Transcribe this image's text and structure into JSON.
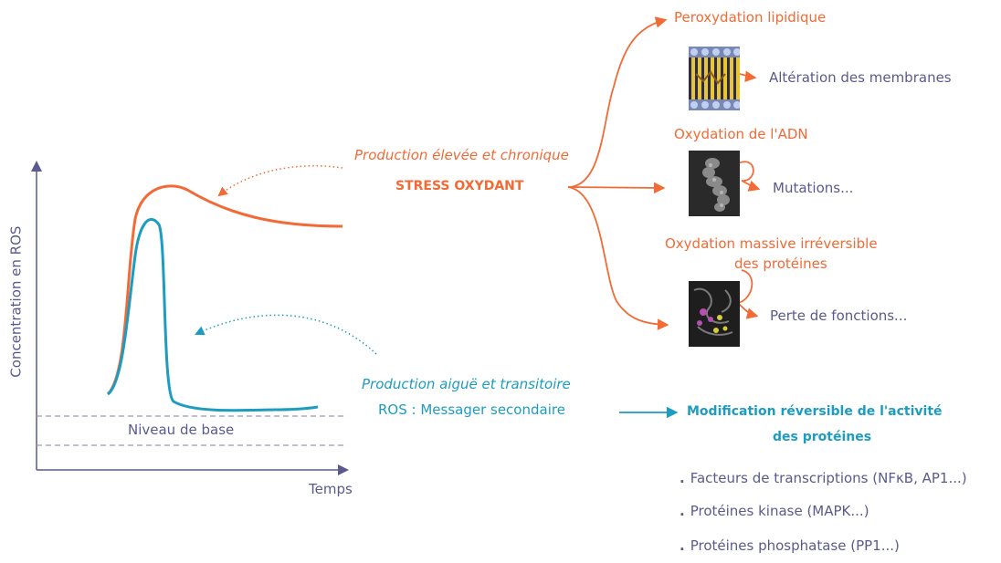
{
  "axes": {
    "y_label": "Concentration en ROS",
    "x_label": "Temps",
    "baseline_label": "Niveau de base"
  },
  "chronic": {
    "caption": "Production élevée et chronique",
    "title": "STRESS OXYDANT",
    "color": "#f26a36"
  },
  "acute": {
    "caption": "Production aiguë et transitoire",
    "title": "ROS : Messager secondaire",
    "color": "#1d9cc0"
  },
  "branches": [
    {
      "title": "Peroxydation lipidique",
      "result": "Altération des membranes",
      "image": "membrane-image"
    },
    {
      "title": "Oxydation de l'ADN",
      "result": "Mutations...",
      "image": "dna-image"
    },
    {
      "title_line1": "Oxydation massive irréversible",
      "title_line2": "des protéines",
      "result": "Perte de fonctions...",
      "image": "protein-image"
    }
  ],
  "reversible": {
    "title_line1": "Modification réversible de l'activité",
    "title_line2": "des protéines",
    "items": [
      "Facteurs de transcriptions (NFκB, AP1...)",
      "Protéines kinase (MAPK...)",
      "Protéines phosphatase (PP1...)"
    ]
  },
  "colors": {
    "orange": "#f26a36",
    "teal": "#1d9cc0",
    "axis": "#5a5a8e",
    "baseline_dash": "#9a9ab8"
  }
}
